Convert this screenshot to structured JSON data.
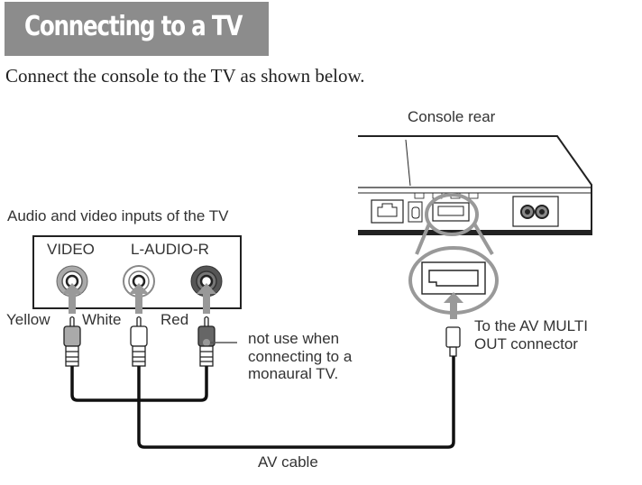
{
  "header": {
    "title": "Connecting to a TV"
  },
  "intro": "Connect the console to the TV as shown below.",
  "diagram": {
    "console_label": "Console rear",
    "tv_inputs_label": "Audio and video inputs of the TV",
    "video_label": "VIDEO",
    "audio_label": "L-AUDIO-R",
    "plugs": [
      {
        "label": "Yellow",
        "color": "#a8a8a8"
      },
      {
        "label": "White",
        "color": "#ffffff"
      },
      {
        "label": "Red",
        "color": "#555555"
      }
    ],
    "note_lines": [
      "not use when",
      "connecting to a",
      "monaural TV."
    ],
    "connector_lines": [
      "To the AV MULTI",
      "OUT connector"
    ],
    "cable_label": "AV cable"
  }
}
